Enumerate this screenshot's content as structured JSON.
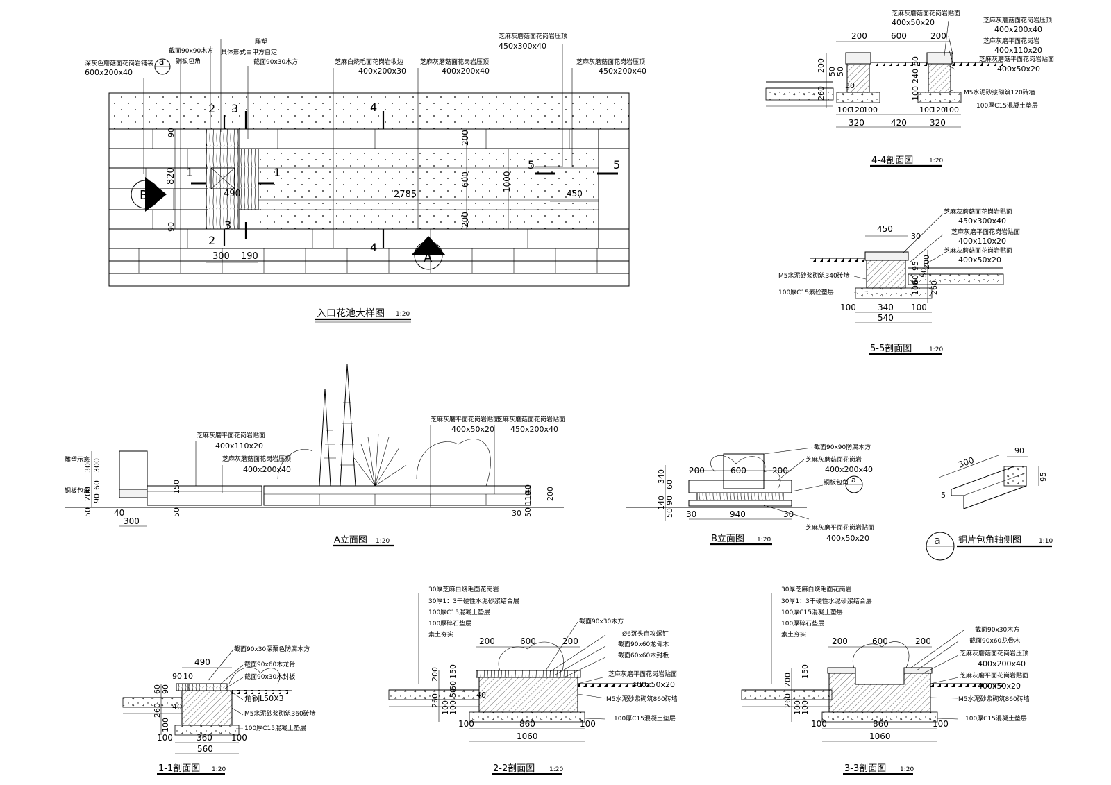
{
  "drawings": {
    "plan": {
      "title": "入口花池大样图",
      "scale": "1:20",
      "notes": {
        "paving": "深灰色蘑菇面花岗岩铺装",
        "paving_size": "600x200x40",
        "wood90": "截面90x90木方",
        "copper": "铜板包角",
        "sculpture": "雕塑",
        "sculpture_note": "具体形式由甲方自定",
        "wood30": "截面90x30木方",
        "edge": "芝麻白烧毛面花岗岩收边",
        "edge_size": "400x200x30",
        "cap1": "芝麻灰蘑菇面花岗岩压顶",
        "cap1_size": "400x200x40",
        "cap2": "芝麻灰蘑菇面花岗岩压顶",
        "cap2_size": "450x300x40",
        "cap3": "芝麻灰蘑菇面花岗岩压顶",
        "cap3_size": "450x200x40"
      },
      "dims": {
        "d90a": "90",
        "d820": "820",
        "d90b": "90",
        "d490": "490",
        "d2785": "2785",
        "d200a": "200",
        "d600": "600",
        "d200b": "200",
        "d1000": "1000",
        "d450": "450",
        "d300": "300",
        "d190": "190"
      },
      "marks": {
        "a": "a",
        "B": "B",
        "A": "A",
        "n1": "1",
        "n2": "2",
        "n3": "3",
        "n4": "4",
        "n5": "5"
      }
    },
    "s44": {
      "title": "4-4剖面图",
      "scale": "1:20",
      "notes": {
        "n1": "芝麻灰蘑菇面花岗岩贴面",
        "n1s": "400x50x20",
        "n2": "芝麻灰蘑菇面花岗岩压顶",
        "n2s": "400x200x40",
        "n3": "芝麻灰磨平面花岗岩",
        "n3s": "400x110x20",
        "n4": "芝麻灰蘑菇平面花岗岩贴面",
        "n4s": "400x50x20",
        "n5": "M5水泥砂浆砌筑120砖墙",
        "n6": "100厚C15混凝土垫层"
      },
      "dims": {
        "a200": "200",
        "a600": "600",
        "a200b": "200",
        "v200": "200",
        "v50": "50",
        "v50b": "50",
        "v260": "260",
        "v30": "30",
        "v100": "100",
        "v240": "240",
        "v60": "60",
        "b100": "100",
        "b120": "120",
        "b100b": "100",
        "b100c": "100",
        "b120b": "120",
        "b100d": "100",
        "c320": "320",
        "c420": "420",
        "c320b": "320"
      }
    },
    "s55": {
      "title": "5-5剖面图",
      "scale": "1:20",
      "notes": {
        "n1": "芝麻灰蘑菇面花岗岩贴面",
        "n1s": "450x300x40",
        "n2": "芝麻灰磨平面花岗岩贴面",
        "n2s": "400x110x20",
        "n3": "芝麻灰蘑菇面花岗岩贴面",
        "n3s": "400x50x20",
        "n4": "M5水泥砂浆砌筑340砖墙",
        "n5": "100厚C15素砼垫层"
      },
      "dims": {
        "d450": "450",
        "d30": "30",
        "v200": "200",
        "v50": "50",
        "v95": "95",
        "v100": "100",
        "v60": "60",
        "v260": "260",
        "b100": "100",
        "b340": "340",
        "b100b": "100",
        "c540": "540"
      }
    },
    "elevA": {
      "title": "A立面图",
      "scale": "1:20",
      "notes": {
        "sculpture": "雕塑示意",
        "copper": "铜板包角",
        "n1": "芝麻灰磨平面花岗岩贴面",
        "n1s": "400x110x20",
        "n2": "芝麻灰蘑菇面花岗岩压顶",
        "n2s": "400x200x40",
        "n3": "芝麻灰磨平面花岗岩贴面",
        "n3s": "400x50x20",
        "n4": "芝麻灰蘑菇面花岗岩贴面",
        "n4s": "450x200x40"
      },
      "dims": {
        "v300": "300",
        "v300b": "300",
        "v60": "60",
        "v90": "90",
        "v200": "200",
        "v50": "50",
        "h40": "40",
        "h300": "300",
        "v150": "150",
        "v50b": "50",
        "v40": "40",
        "v110": "110",
        "v30": "30",
        "v50c": "50",
        "r200": "200"
      }
    },
    "elevB": {
      "title": "B立面图",
      "scale": "1:20",
      "notes": {
        "n1": "截面90x90防腐木方",
        "n2": "芝麻灰蘑菇面花岗岩",
        "n2s": "400x200x40",
        "n3": "铜板包角",
        "n4": "芝麻灰磨平面花岗岩贴面",
        "n4s": "400x50x20"
      },
      "dims": {
        "t200": "200",
        "t600": "600",
        "t200b": "200",
        "v340": "340",
        "v60": "60",
        "v140": "140",
        "v90": "90",
        "v50": "50",
        "b30": "30",
        "b940": "940",
        "b30b": "30"
      }
    },
    "copper": {
      "title": "铜片包角轴侧图",
      "scale": "1:10",
      "mark": "a",
      "dims": {
        "d300": "300",
        "d90": "90",
        "d95": "95",
        "d5": "5"
      }
    },
    "s11": {
      "title": "1-1剖面图",
      "scale": "1:20",
      "notes": {
        "n1": "截面90x30深栗色防腐木方",
        "n2": "截面90x60木龙骨",
        "n3": "截面90x30木封板",
        "n4": "角钢L50X3",
        "n5": "M5水泥砂浆砌筑360砖墙",
        "n6": "100厚C15混凝土垫层"
      },
      "dims": {
        "t490": "490",
        "t90": "90",
        "t10": "10",
        "v60": "60",
        "v90": "90",
        "v260": "260",
        "v100": "100",
        "v40": "40",
        "b100": "100",
        "b360": "360",
        "b100b": "100",
        "c560": "560"
      }
    },
    "s22": {
      "title": "2-2剖面图",
      "scale": "1:20",
      "layers": [
        "30厚芝麻白烧毛面花岗岩",
        "30厚1：3干硬性水泥砂浆结合层",
        "100厚C15混凝土垫层",
        "100厚碎石垫层",
        "素土夯实"
      ],
      "notes": {
        "n1": "截面90x30木方",
        "n2": "Ø6沉头自攻螺钉",
        "n3": "截面90x60龙骨木",
        "n4": "截面60x60木封板",
        "n5": "芝麻灰磨平面花岗岩贴面",
        "n5s": "400x50x20",
        "n6": "M5水泥砂浆砌筑860砖墙",
        "n7": "100厚C15混凝土垫层"
      },
      "dims": {
        "t200": "200",
        "t600": "600",
        "t200b": "200",
        "v150": "150",
        "v200": "200",
        "v60": "60",
        "v50": "50",
        "v260": "260",
        "v100": "100",
        "v100b": "100",
        "v40": "40",
        "b100": "100",
        "b860": "860",
        "b100b": "100",
        "c1060": "1060"
      }
    },
    "s33": {
      "title": "3-3剖面图",
      "scale": "1:20",
      "layers": [
        "30厚芝麻白烧毛面花岗岩",
        "30厚1：3干硬性水泥砂浆结合层",
        "100厚C15混凝土垫层",
        "100厚碎石垫层",
        "素土夯实"
      ],
      "notes": {
        "n1": "截面90x30木方",
        "n2": "截面90x60龙骨木",
        "n3": "芝麻灰蘑菇面花岗岩压顶",
        "n3s": "400x200x40",
        "n4": "芝麻灰磨平面花岗岩贴面",
        "n4s": "400x50x20",
        "n5": "M5水泥砂浆砌筑860砖墙",
        "n6": "100厚C15混凝土垫层"
      },
      "dims": {
        "t200": "200",
        "t600": "600",
        "t200b": "200",
        "v150": "150",
        "v200": "200",
        "v260": "260",
        "v100": "100",
        "v100b": "100",
        "b100": "100",
        "b860": "860",
        "b100b": "100",
        "c1060": "1060"
      }
    }
  }
}
